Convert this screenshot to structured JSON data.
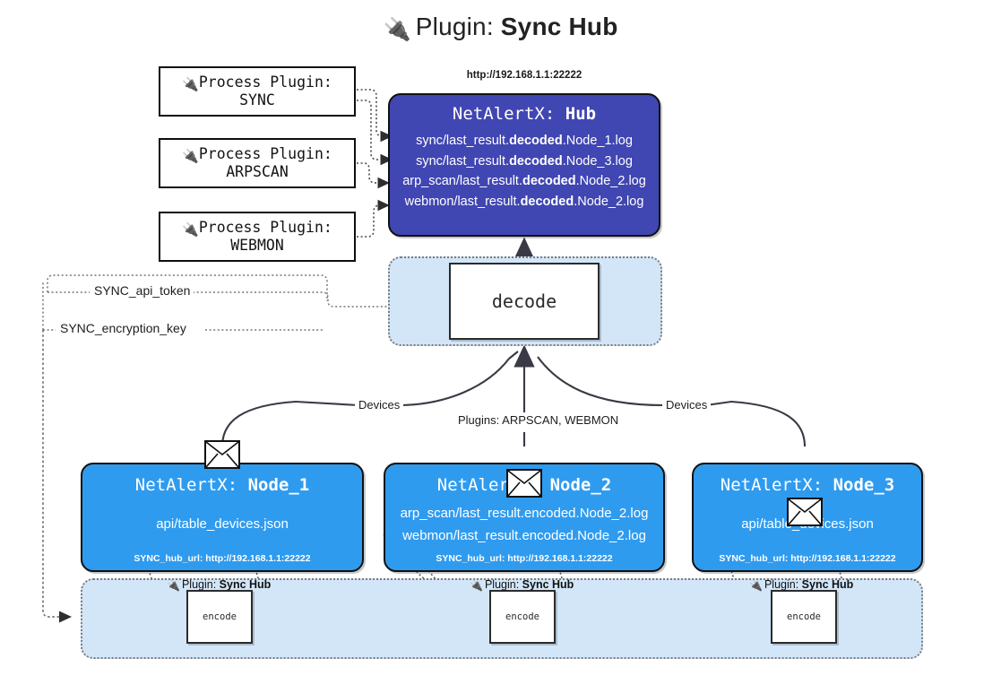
{
  "page": {
    "title_prefix": "Plugin:",
    "title_name": "Sync Hub",
    "plug_icon": "plug-icon"
  },
  "process_plugins": [
    {
      "line1": "Process Plugin:",
      "line2": "SYNC"
    },
    {
      "line1": "Process Plugin:",
      "line2": "ARPSCAN"
    },
    {
      "line1": "Process Plugin:",
      "line2": "WEBMON"
    }
  ],
  "hub": {
    "url": "http://192.168.1.1:22222",
    "title_prefix": "NetAlertX:",
    "title_name": "Hub",
    "logs": [
      {
        "pre": "sync/last_result.",
        "bold": "decoded",
        "post": ".Node_1.log"
      },
      {
        "pre": "sync/last_result.",
        "bold": "decoded",
        "post": ".Node_3.log"
      },
      {
        "pre": "arp_scan/last_result.",
        "bold": "decoded",
        "post": ".Node_2.log"
      },
      {
        "pre": "webmon/last_result.",
        "bold": "decoded",
        "post": ".Node_2.log"
      }
    ]
  },
  "decode": {
    "label": "decode"
  },
  "secrets": {
    "api_token": "SYNC_api_token",
    "encryption_key": "SYNC_encryption_key"
  },
  "connector_labels": {
    "devices_left": "Devices",
    "devices_right": "Devices",
    "plugins_center": "Plugins: ARPSCAN, WEBMON"
  },
  "nodes": [
    {
      "title_prefix": "NetAlertX:",
      "title_name": "Node_1",
      "lines": [
        "api/table_devices.json"
      ],
      "foot": "SYNC_hub_url: http://192.168.1.1:22222",
      "envelope_icon": "envelope-icon"
    },
    {
      "title_prefix": "NetAlertX:",
      "title_name": "Node_2",
      "lines": [
        "arp_scan/last_result.encoded.Node_2.log",
        "webmon/last_result.encoded.Node_2.log"
      ],
      "foot": "SYNC_hub_url: http://192.168.1.1:22222",
      "envelope_icon": "envelope-icon"
    },
    {
      "title_prefix": "NetAlertX:",
      "title_name": "Node_3",
      "lines": [
        "api/table_devices.json"
      ],
      "foot": "SYNC_hub_url: http://192.168.1.1:22222",
      "envelope_icon": "envelope-icon"
    }
  ],
  "encoders": [
    {
      "caption_prefix": "Plugin:",
      "caption_name": "Sync Hub",
      "label": "encode"
    },
    {
      "caption_prefix": "Plugin:",
      "caption_name": "Sync Hub",
      "label": "encode"
    },
    {
      "caption_prefix": "Plugin:",
      "caption_name": "Sync Hub",
      "label": "encode"
    }
  ],
  "colors": {
    "hub_fill": "#4046B2",
    "node_fill": "#2F9BEF",
    "container_fill": "#D2E6F8",
    "stroke": "#111111"
  }
}
